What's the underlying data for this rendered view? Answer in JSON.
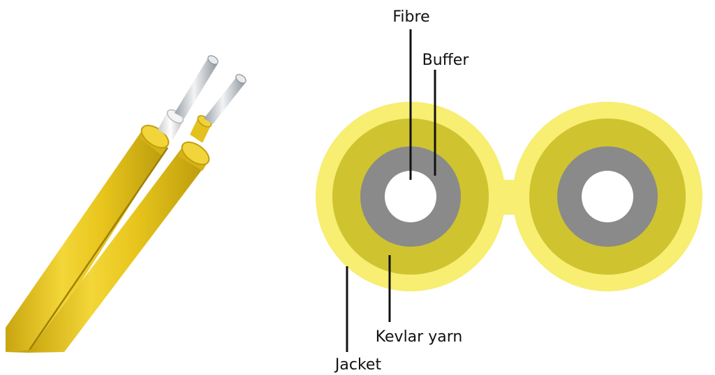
{
  "labels": {
    "fibre": "Fibre",
    "buffer": "Buffer",
    "kevlar": "Kevlar yarn",
    "jacket": "Jacket"
  },
  "colors": {
    "jacket": "#f7ee72",
    "kevlar": "#cfc42f",
    "buffer": "#8a8a8a",
    "core": "#ffffff",
    "cable_body": "#e8c51c",
    "cable_shadow": "#b99a0c",
    "cable_highlight": "#f8e25a",
    "white_buffer": "#e9e9e9",
    "fibre_metal": "#d2d6da",
    "leader": "#111111"
  }
}
